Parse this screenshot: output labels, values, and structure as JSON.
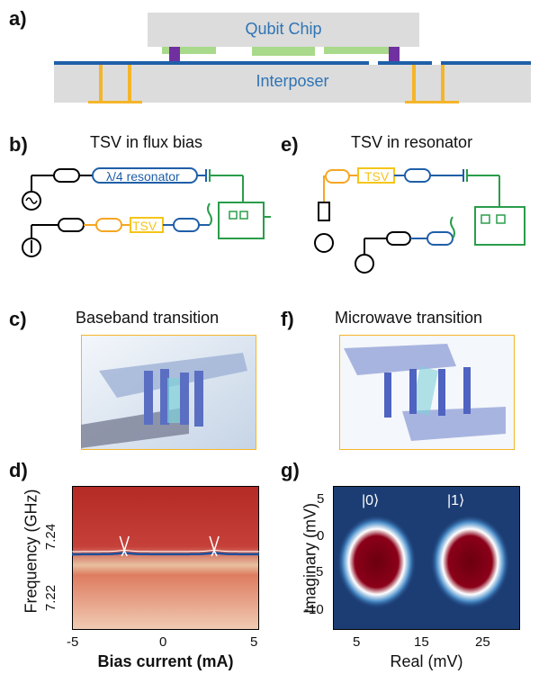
{
  "panels": {
    "a": {
      "label": "a)",
      "chip": "Qubit Chip",
      "interposer": "Interposer"
    },
    "b": {
      "label": "b)",
      "title": "TSV in flux bias",
      "resonator": "λ/4 resonator",
      "tsv": "TSV"
    },
    "e": {
      "label": "e)",
      "title": "TSV in resonator",
      "tsv": "TSV"
    },
    "c": {
      "label": "c)",
      "title": "Baseband transition"
    },
    "f": {
      "label": "f)",
      "title": "Microwave transition"
    },
    "d": {
      "label": "d)",
      "ylabel": "Frequency (GHz)",
      "xlabel": "Bias current (mA)",
      "xticks": [
        "-5",
        "0",
        "5"
      ],
      "yticks": [
        "7.24",
        "7.22"
      ]
    },
    "g": {
      "label": "g)",
      "ylabel": "Imaginary (mV)",
      "xlabel": "Real (mV)",
      "xticks": [
        "5",
        "15",
        "25"
      ],
      "yticks": [
        "5",
        "0",
        "-5",
        "-10"
      ],
      "state0": "|0⟩",
      "state1": "|1⟩"
    }
  },
  "chart_data": [
    {
      "type": "heatmap",
      "panel": "d",
      "xlabel": "Bias current (mA)",
      "ylabel": "Frequency (GHz)",
      "xlim": [
        -5,
        5
      ],
      "ylim": [
        7.21,
        7.25
      ],
      "x_ticks": [
        -5,
        0,
        5
      ],
      "y_ticks": [
        7.22,
        7.24
      ],
      "resonance_freq_GHz": 7.231,
      "anticrossings_mA": [
        -2.2,
        2.6
      ]
    },
    {
      "type": "heatmap",
      "panel": "g",
      "xlabel": "Real (mV)",
      "ylabel": "Imaginary (mV)",
      "xlim": [
        0,
        30
      ],
      "ylim": [
        -12,
        7
      ],
      "x_ticks": [
        5,
        15,
        25
      ],
      "y_ticks": [
        5,
        0,
        -5,
        -10
      ],
      "blobs": [
        {
          "state": "|0⟩",
          "center": [
            7,
            -3
          ]
        },
        {
          "state": "|1⟩",
          "center": [
            22,
            -3
          ]
        }
      ]
    }
  ]
}
